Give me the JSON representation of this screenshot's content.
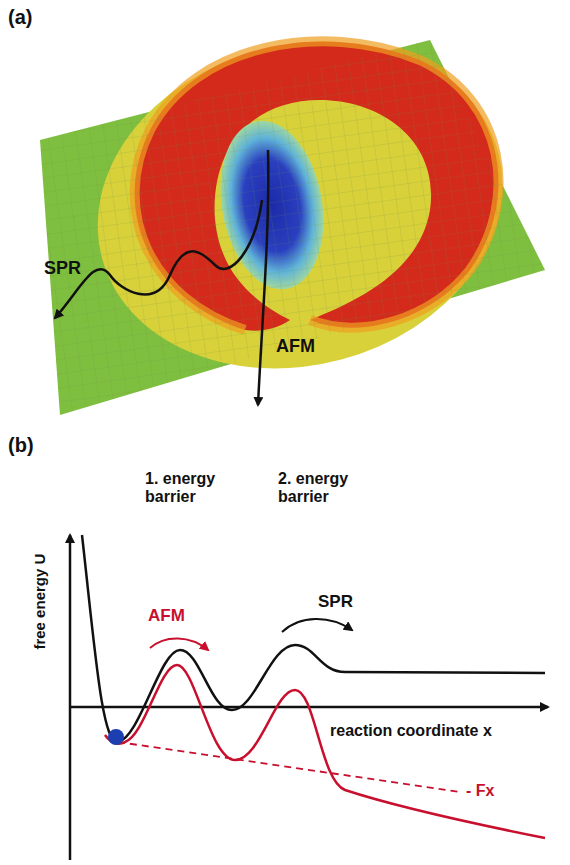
{
  "diagram": {
    "labels": [
      "(a)",
      "SPR",
      "AFM",
      "(b)",
      "1. energy barrier",
      "2. energy barrier",
      "AFM",
      "SPR",
      "free energy U",
      "reaction coordinate x",
      "- Fx"
    ]
  }
}
